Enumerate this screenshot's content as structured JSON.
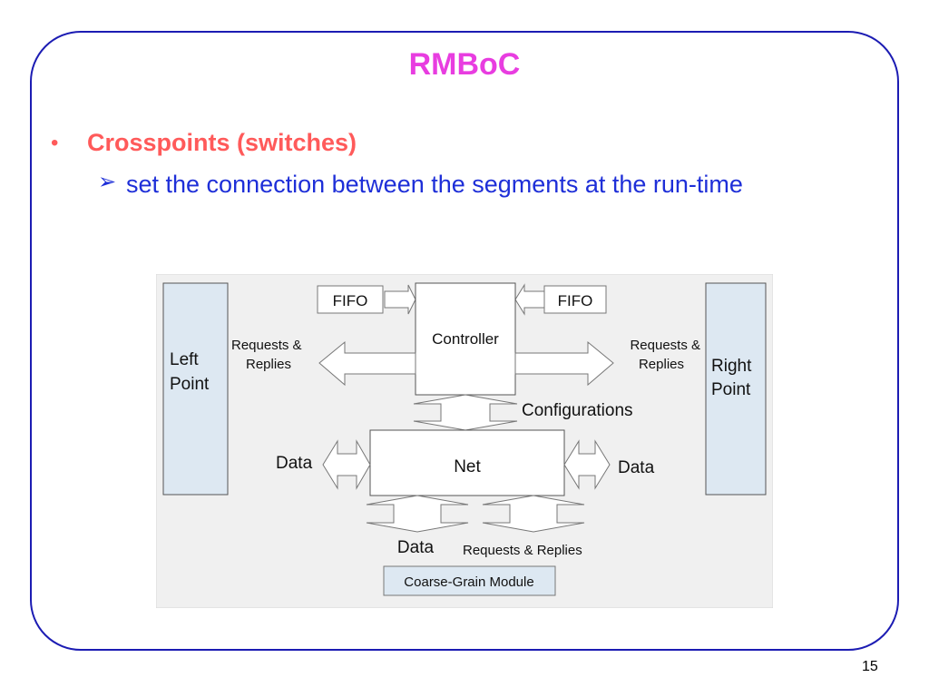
{
  "slide": {
    "title": "RMBoC",
    "bullet_marker": "•",
    "bullet": "Crosspoints (switches)",
    "sub_marker": "➢",
    "sub_bullet": "set the connection between the segments at the run-time",
    "page_number": "15"
  },
  "diagram": {
    "left_point": [
      "Left",
      "Point"
    ],
    "right_point": [
      "Right",
      "Point"
    ],
    "fifo_left": "FIFO",
    "fifo_right": "FIFO",
    "controller": "Controller",
    "net": "Net",
    "requests_left": [
      "Requests &",
      "Replies"
    ],
    "requests_right": [
      "Requests &",
      "Replies"
    ],
    "configurations": "Configurations",
    "data_left": "Data",
    "data_right": "Data",
    "data_bottom": "Data",
    "requests_bottom": "Requests & Replies",
    "module": "Coarse-Grain Module"
  },
  "colors": {
    "title": "#e83de0",
    "bullet": "#ff5a5a",
    "sub_bullet": "#1e2fd8",
    "frame": "#1c1cb3",
    "point_fill": "#dde8f2",
    "diagram_bg": "#f0f0f0"
  }
}
